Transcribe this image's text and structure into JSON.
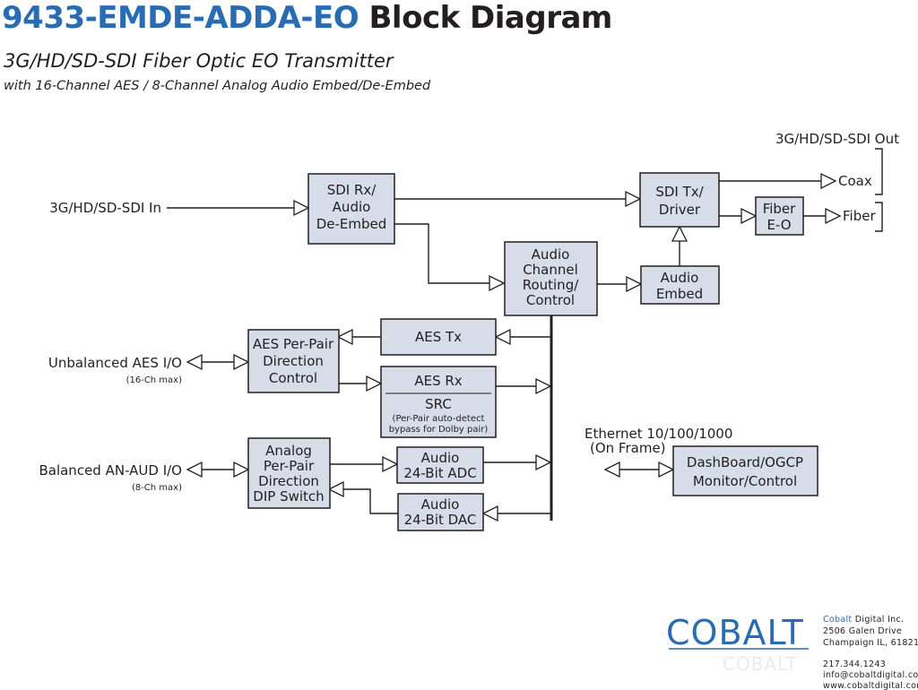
{
  "header": {
    "model": "9433-EMDE-ADDA-EO",
    "title_word": "Block Diagram",
    "subtitle": "3G/HD/SD-SDI Fiber Optic EO Transmitter",
    "subtitle2": "with 16-Channel AES / 8-Channel Analog Audio Embed/De-Embed"
  },
  "blocks": {
    "sdi_rx": [
      "SDI Rx/",
      "Audio",
      "De-Embed"
    ],
    "sdi_tx": [
      "SDI Tx/",
      "Driver"
    ],
    "fiber_eo": [
      "Fiber",
      "E-O"
    ],
    "audio_routing": [
      "Audio",
      "Channel",
      "Routing/",
      "Control"
    ],
    "audio_embed": [
      "Audio",
      "Embed"
    ],
    "aes_tx": [
      "AES Tx"
    ],
    "aes_direction": [
      "AES Per-Pair",
      "Direction",
      "Control"
    ],
    "aes_rx": [
      "AES Rx"
    ],
    "src_title": "SRC",
    "src_note": [
      "(Per-Pair auto-detect",
      "bypass for Dolby pair)"
    ],
    "analog_direction": [
      "Analog",
      "Per-Pair",
      "Direction",
      "DIP Switch"
    ],
    "adc": [
      "Audio",
      "24-Bit ADC"
    ],
    "dac": [
      "Audio",
      "24-Bit DAC"
    ],
    "dashboard": [
      "DashBoard/OGCP",
      "Monitor/Control"
    ]
  },
  "labels": {
    "sdi_in": "3G/HD/SD-SDI In",
    "sdi_out": "3G/HD/SD-SDI Out",
    "coax": "Coax",
    "fiber": "Fiber",
    "aes_io": "Unbalanced AES I/O",
    "aes_io_note": "(16-Ch max)",
    "analog_io": "Balanced AN-AUD I/O",
    "analog_io_note": "(8-Ch max)",
    "ethernet": "Ethernet 10/100/1000",
    "ethernet_note": "(On Frame)"
  },
  "company": {
    "logo": "COBALT",
    "name_accent": "Cobalt",
    "name_rest": " Digital Inc.",
    "address1": "2506 Galen Drive",
    "address2": "Champaign IL, 61821",
    "phone": "217.344.1243",
    "email": "info@cobaltdigital.com",
    "web": "www.cobaltdigital.com"
  },
  "colors": {
    "brand_blue": "#2a6cb3",
    "block_fill": "#d6dce8",
    "line": "#231f20"
  }
}
